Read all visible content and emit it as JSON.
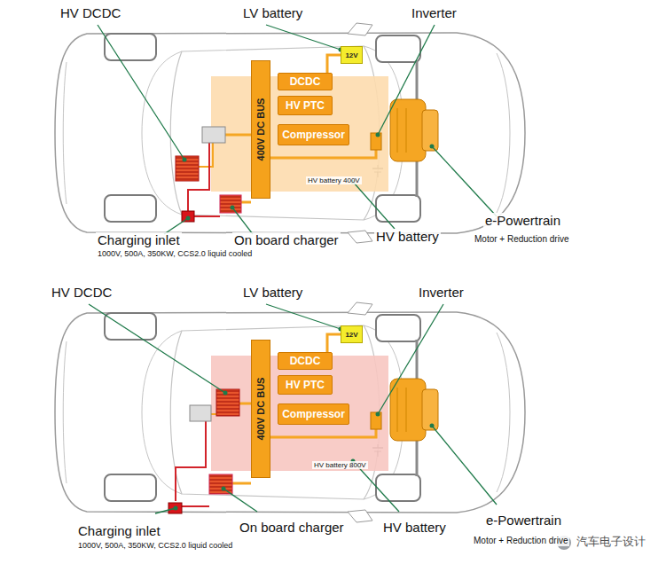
{
  "diagram": {
    "nodes": [
      {
        "text": [
          "400V DC BUS"
        ]
      },
      {
        "text": [
          "DCDC"
        ]
      },
      {
        "text": [
          "HV PTC"
        ]
      },
      {
        "text": [
          "Compressor"
        ]
      },
      {
        "text": [
          "12V"
        ]
      },
      {
        "text": [
          "400V DC BUS"
        ]
      },
      {
        "text": [
          "DCDC"
        ]
      },
      {
        "text": [
          "HV PTC"
        ]
      },
      {
        "text": [
          "Compressor"
        ]
      },
      {
        "text": [
          "12V"
        ]
      }
    ],
    "edges": [
      {
        "from": 1,
        "to": 4,
        "arrow": "none"
      },
      {
        "from": 6,
        "to": 9,
        "arrow": "none"
      }
    ],
    "labels": [
      "HV DCDC",
      "LV battery",
      "Inverter",
      "HV battery 400V",
      "Charging inlet",
      "1000V, 500A, 350KW, CCS2.0 liquid cooled",
      "On board charger",
      "HV battery",
      "e-Powertrain",
      "Motor + Reduction drive",
      "HV DCDC",
      "LV battery",
      "Inverter",
      "HV battery 800V",
      "Charging inlet",
      "1000V, 500A, 350KW, CCS2.0 liquid cooled",
      "On board charger",
      "HV battery",
      "e-Powertrain",
      "Motor + Reduction drive",
      "汽车电子设计"
    ]
  }
}
